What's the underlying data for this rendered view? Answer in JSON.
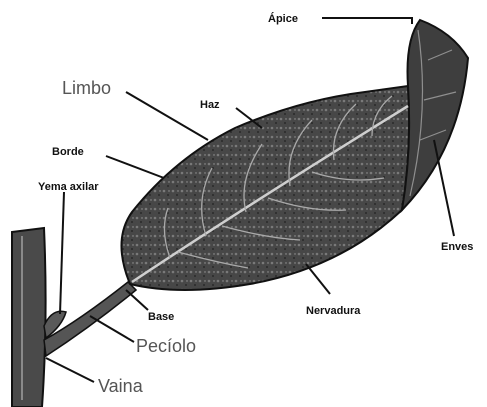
{
  "diagram": {
    "labels": {
      "apice": "Ápice",
      "limbo": "Limbo",
      "haz": "Haz",
      "borde": "Borde",
      "yema_axilar": "Yema axilar",
      "enves": "Enves",
      "base": "Base",
      "nervadura": "Nervadura",
      "peciolo": "Pecíolo",
      "vaina": "Vaina"
    }
  }
}
